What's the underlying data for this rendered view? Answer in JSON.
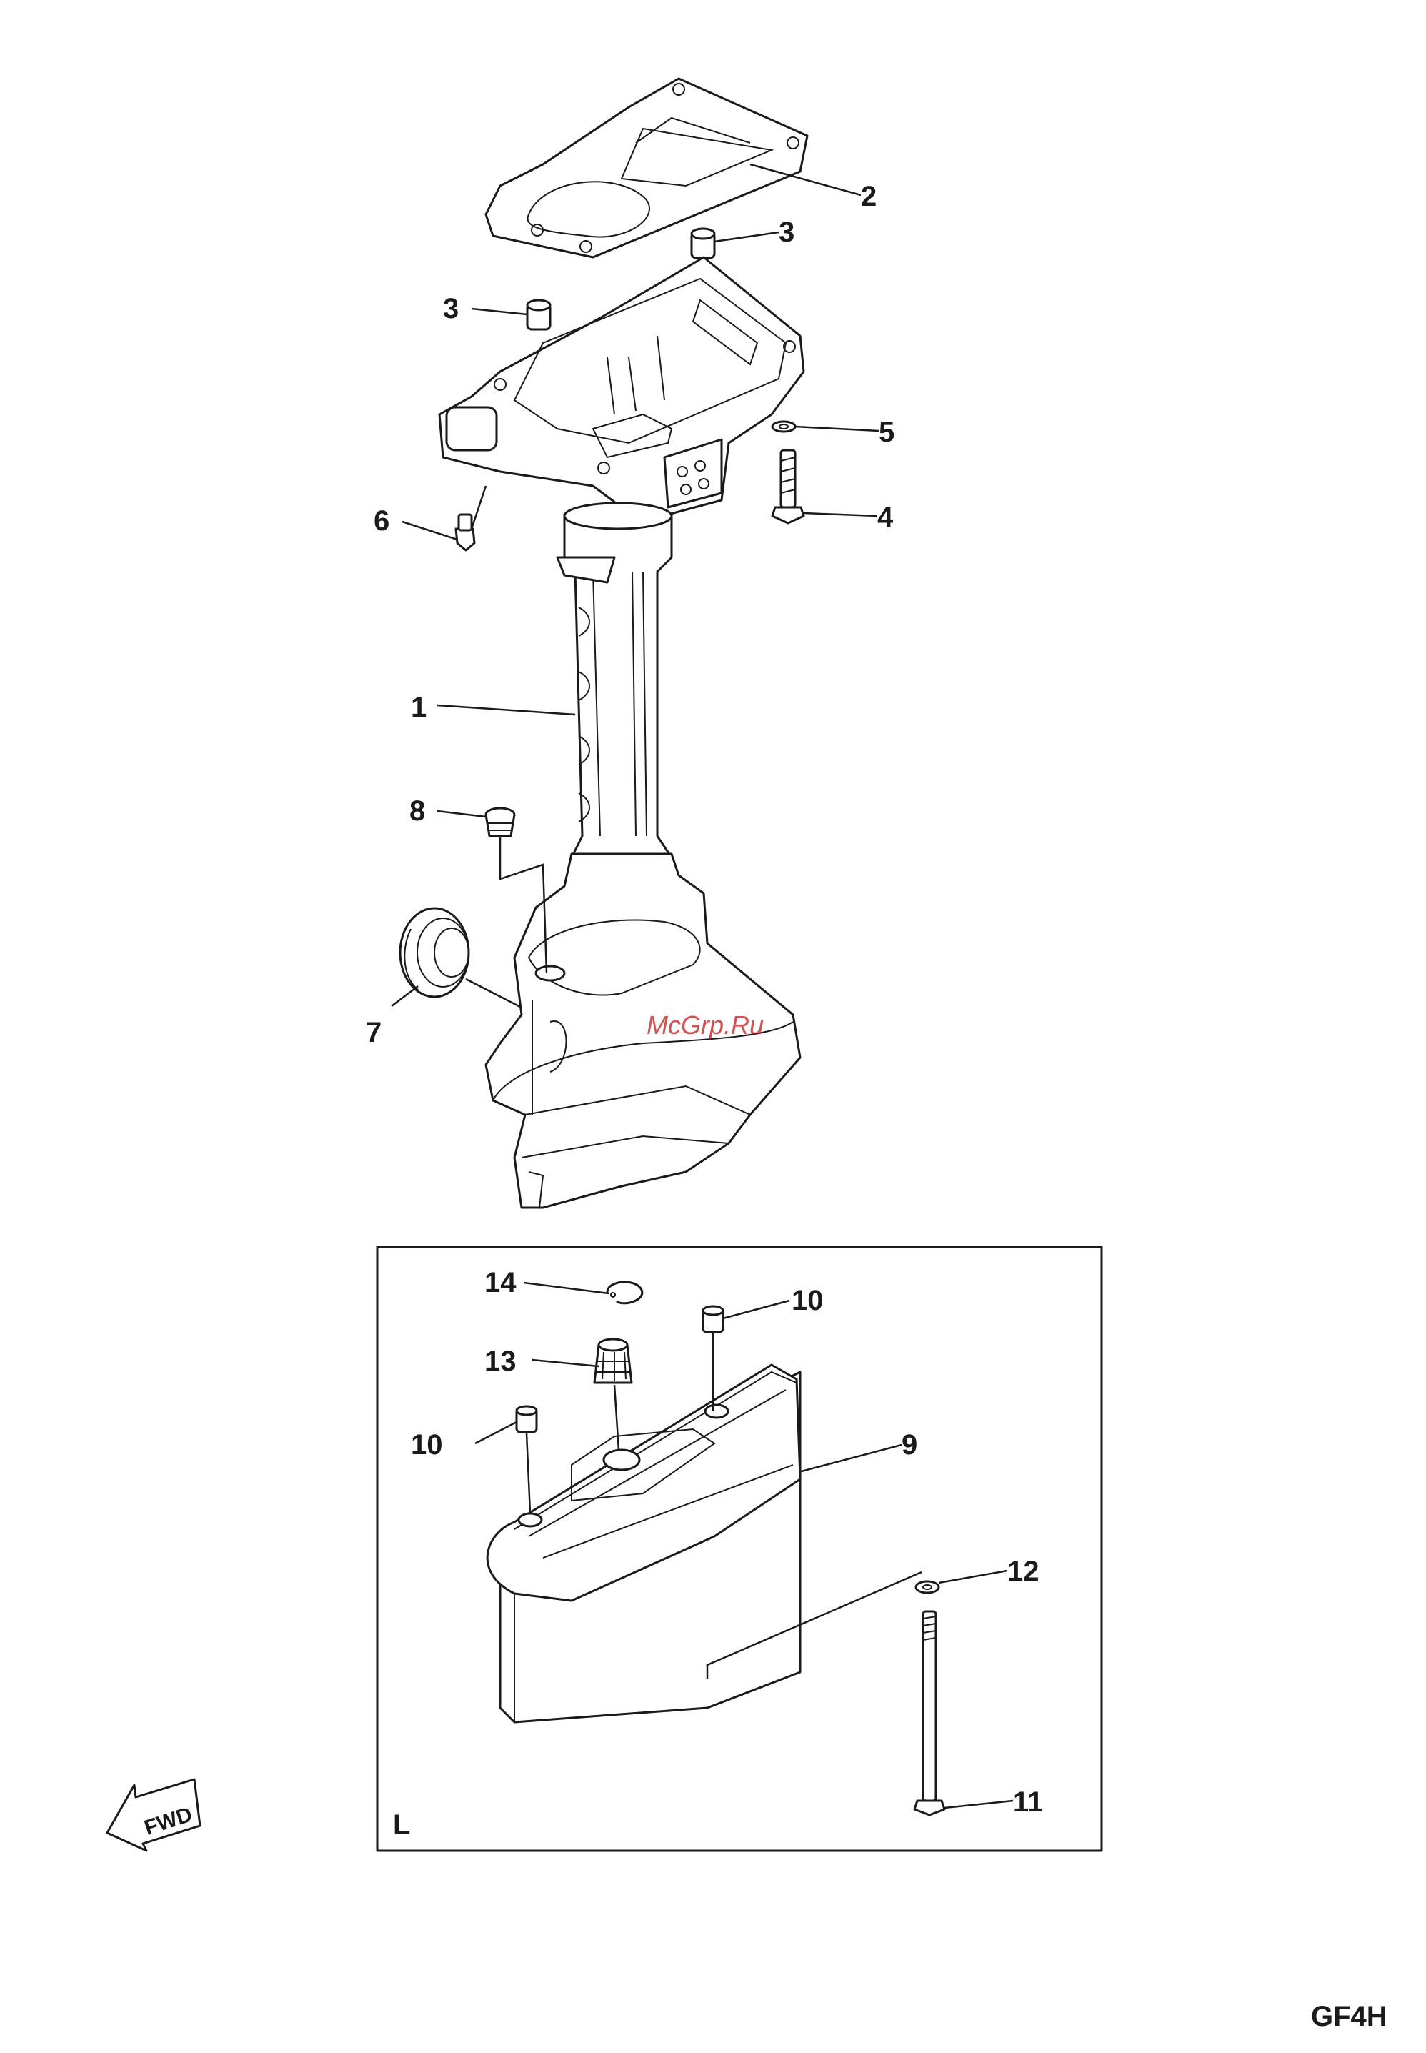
{
  "callouts": [
    {
      "id": "c2",
      "label": "2"
    },
    {
      "id": "c3a",
      "label": "3"
    },
    {
      "id": "c3b",
      "label": "3"
    },
    {
      "id": "c5",
      "label": "5"
    },
    {
      "id": "c4",
      "label": "4"
    },
    {
      "id": "c6",
      "label": "6"
    },
    {
      "id": "c1",
      "label": "1"
    },
    {
      "id": "c8",
      "label": "8"
    },
    {
      "id": "c7",
      "label": "7"
    },
    {
      "id": "c14",
      "label": "14"
    },
    {
      "id": "c10a",
      "label": "10"
    },
    {
      "id": "c13",
      "label": "13"
    },
    {
      "id": "c10b",
      "label": "10"
    },
    {
      "id": "c9",
      "label": "9"
    },
    {
      "id": "c12",
      "label": "12"
    },
    {
      "id": "c11",
      "label": "11"
    }
  ],
  "inset_label": "L",
  "fwd_label": "FWD",
  "watermark": "McGrp.Ru",
  "diagram_code": "GF4H"
}
